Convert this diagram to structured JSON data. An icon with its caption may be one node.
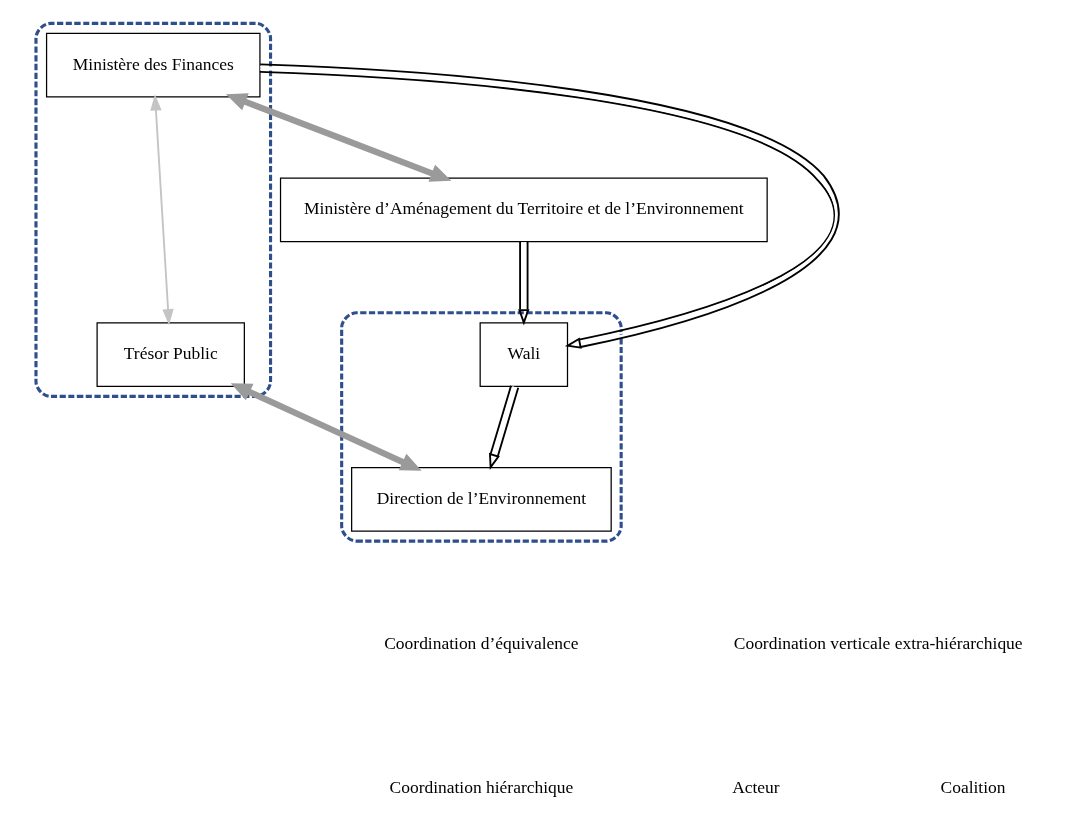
{
  "diagram": {
    "nodes": [
      {
        "text": [
          "Ministère d’Aménagement du Territoire et de l’Environnement"
        ]
      },
      {
        "text": [],
        "shape": "ellipse"
      },
      {
        "text": [
          "Ministère des Finances"
        ],
        "in": 1
      },
      {
        "text": [
          "Trésor Public"
        ],
        "in": 1
      },
      {
        "text": [],
        "shape": "ellipse"
      },
      {
        "text": [
          "Wali"
        ],
        "in": 4
      },
      {
        "text": [
          "Direction de l’Environnement"
        ],
        "in": 4
      }
    ],
    "edges": [
      {
        "from": 2,
        "to": 0,
        "arrow": "both",
        "style": "thick",
        "color": "#9a9a9a"
      },
      {
        "from": 0,
        "to": 5,
        "arrow": "to"
      },
      {
        "from": 2,
        "to": 5,
        "arrow": "to"
      },
      {
        "from": 2,
        "to": 3,
        "arrow": "both",
        "color": "#c4c4c4"
      },
      {
        "from": 3,
        "to": 6,
        "arrow": "both",
        "style": "thick",
        "color": "#9a9a9a"
      },
      {
        "from": 5,
        "to": 6,
        "arrow": "to"
      }
    ],
    "legend": [
      {
        "text": "Coordination d’équivalence"
      },
      {
        "text": "Coordination verticale extra-hiérarchique"
      },
      {
        "text": "Coordination hiérarchique"
      },
      {
        "text": "Acteur"
      },
      {
        "text": "Coalition"
      }
    ]
  }
}
